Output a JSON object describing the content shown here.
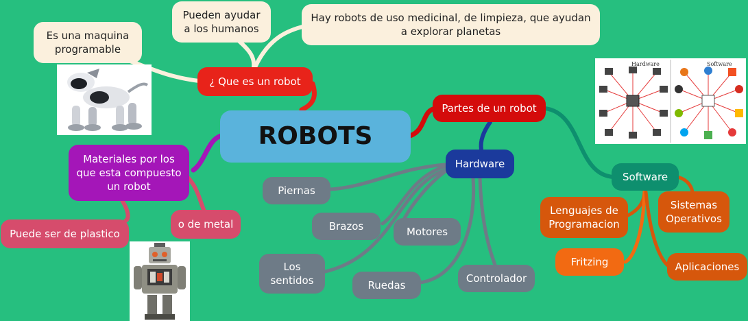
{
  "center": {
    "label": "ROBOTS"
  },
  "nodes": {
    "que_es": "¿ Que es un robot",
    "programable": "Es una maquina\nprogramable",
    "ayudar": "Pueden ayudar\na los humanos",
    "medicinal": "Hay robots de uso medicinal, de limpieza, que ayudan\na explorar planetas",
    "partes": "Partes de un robot",
    "hardware": "Hardware",
    "software": "Software",
    "materiales": "Materiales por los\nque esta compuesto\nun robot",
    "plastico": "Puede ser de plastico",
    "metal": "o de metal",
    "piernas": "Piernas",
    "brazos": "Brazos",
    "motores": "Motores",
    "sentidos": "Los\nsentidos",
    "ruedas": "Ruedas",
    "controlador": "Controlador",
    "lenguajes": "Lenguajes de\nProgramacion",
    "sistemas": "Sistemas\nOperativos",
    "fritzing": "Fritzing",
    "aplicaciones": "Aplicaciones"
  },
  "image_labels": {
    "hardware": "Hardware",
    "software": "Software"
  },
  "colors": {
    "background": "#26bf7f",
    "cream_branch": "#fbf0dd",
    "red_branch": "#e8231a",
    "purple_branch": "#a416b8",
    "gray_branch": "#6e7b87",
    "navy_branch": "#1b3a9c",
    "teal_branch": "#0e8f6e",
    "orange_branch": "#d6570c"
  }
}
